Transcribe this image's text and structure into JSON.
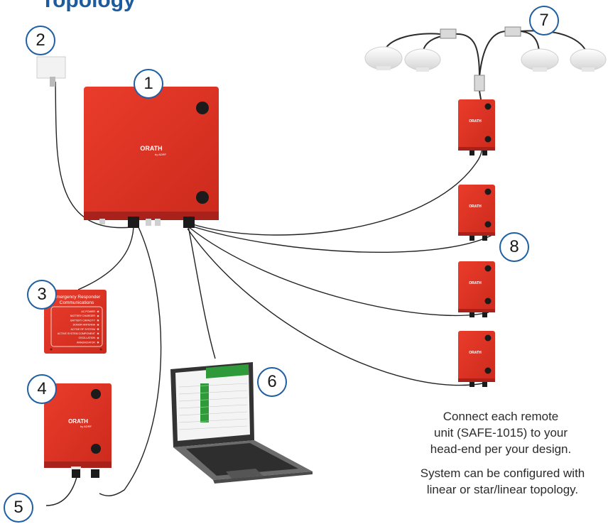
{
  "diagram": {
    "title": "Topology",
    "device_brand": "ORATH",
    "brand_sub": "by ADRF",
    "annunciator": {
      "heading_line1": "Emergency Responder",
      "heading_line2": "Communications",
      "status_lines": [
        "AC POWER",
        "BATTERY CHARGER",
        "BATTERY CAPACITY",
        "DONOR ANTENNA",
        "ACTIVE RF SYSTEM",
        "ACTIVE SYSTEM COMPONENT",
        "OSCILLATION",
        "ANNUNCIATOR"
      ]
    },
    "labels": {
      "head_end": "1",
      "donor_antenna": "2",
      "annunciator": "3",
      "bda": "4",
      "power_input": "5",
      "laptop": "6",
      "antennas": "7",
      "remote_units": "8"
    },
    "notes": {
      "remote_line1": "Connect each remote",
      "remote_line2": "unit (SAFE-1015) to your",
      "remote_line3": "head-end per your design.",
      "topology_line1": "System can be configured with",
      "topology_line2": "linear or star/linear topology."
    }
  },
  "colors": {
    "device_red": "#e03424",
    "device_dark": "#b3231a",
    "badge_border": "#1f5fa3",
    "cable": "#222222",
    "screen_green": "#2e9a3a"
  }
}
